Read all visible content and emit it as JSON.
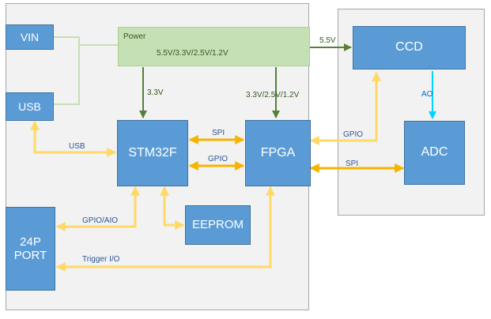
{
  "blocks": {
    "vin": "VIN",
    "usb": "USB",
    "stm32": "STM32F",
    "fpga": "FPGA",
    "eeprom": "EEPROM",
    "port_line1": "24P",
    "port_line2": "PORT",
    "ccd": "CCD",
    "adc": "ADC"
  },
  "power": {
    "title": "Power",
    "voltages": "5.5V/3.3V/2.5V/1.2V"
  },
  "labels": {
    "v55": "5.5V",
    "v33": "3.3V",
    "fpga_rails": "3.3V/2.5V/1.2V",
    "ao": "AO",
    "usb_link": "USB",
    "spi_stm_fpga": "SPI",
    "gpio_stm_fpga": "GPIO",
    "gpio_ccd": "GPIO",
    "spi_adc": "SPI",
    "gpio_aio": "GPIO/AIO",
    "trigger": "Trigger I/O"
  },
  "colors": {
    "block_fill": "#5b9bd5",
    "power_fill": "#c5e0b4",
    "power_wire": "#548235",
    "power_feed": "#c5e0b4",
    "signal": "#ffd966",
    "analog": "#00ffff",
    "panel": "#f2f2f2"
  }
}
